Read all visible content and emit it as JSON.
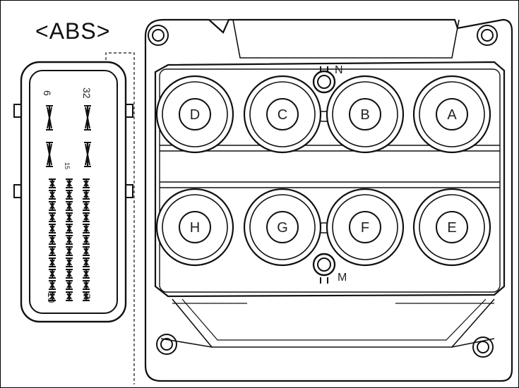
{
  "title": "<ABS>",
  "connector": {
    "pin_labels": [
      "6",
      "32",
      "15",
      "7",
      "10"
    ]
  },
  "module": {
    "ports_top": [
      "D",
      "C",
      "B",
      "A"
    ],
    "ports_bottom": [
      "H",
      "G",
      "F",
      "E"
    ],
    "mount_top": "N",
    "mount_bottom": "M"
  }
}
